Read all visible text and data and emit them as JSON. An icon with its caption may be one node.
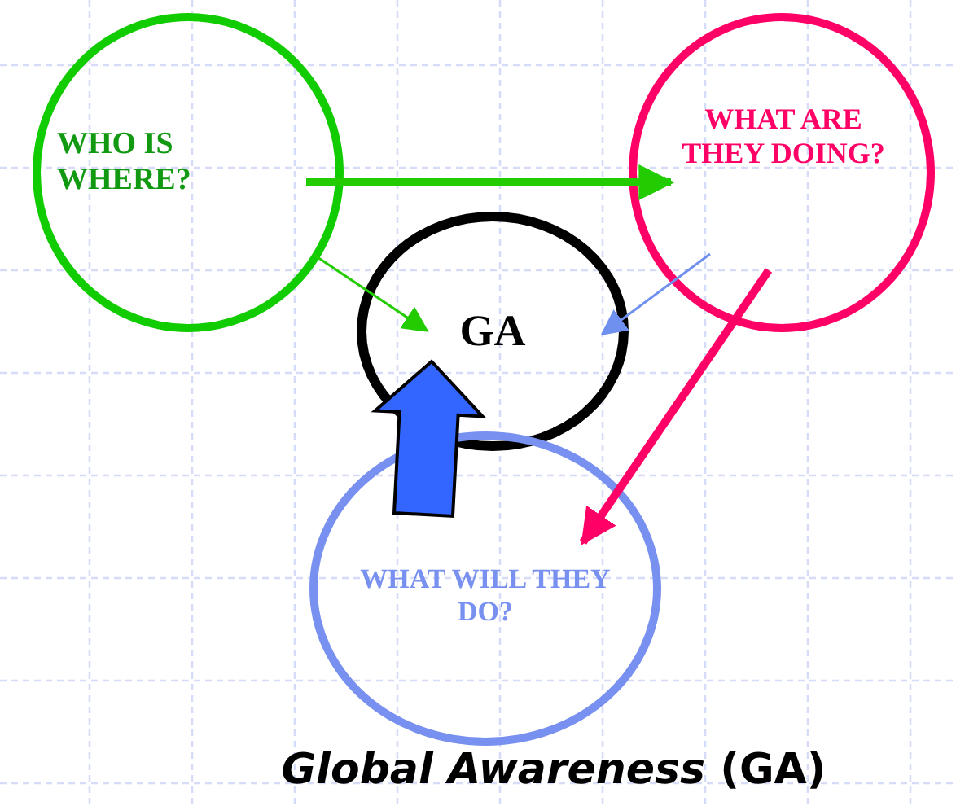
{
  "diagram": {
    "title": "*Global Awareness* (GA)",
    "nodes": [
      {
        "text": [
          "WHO IS WHERE?"
        ]
      },
      {
        "text": [
          "WHAT ARE THEY DOING?"
        ]
      },
      {
        "text": [
          "GA"
        ]
      },
      {
        "text": [
          "WHAT WILL THEY DO?"
        ]
      }
    ],
    "edges": [
      {
        "from": 0,
        "to": 1,
        "arrow": "to",
        "style": "thick",
        "color": "#22cc00"
      },
      {
        "from": 0,
        "to": 2,
        "arrow": "to",
        "color": "#22cc00"
      },
      {
        "from": 1,
        "to": 2,
        "arrow": "to",
        "color": "#7090f0"
      },
      {
        "from": 1,
        "to": 3,
        "arrow": "to",
        "style": "thick",
        "color": "#ff0066"
      },
      {
        "from": 3,
        "to": 2,
        "arrow": "to",
        "style": "thick",
        "color": "#3366ff"
      }
    ]
  }
}
